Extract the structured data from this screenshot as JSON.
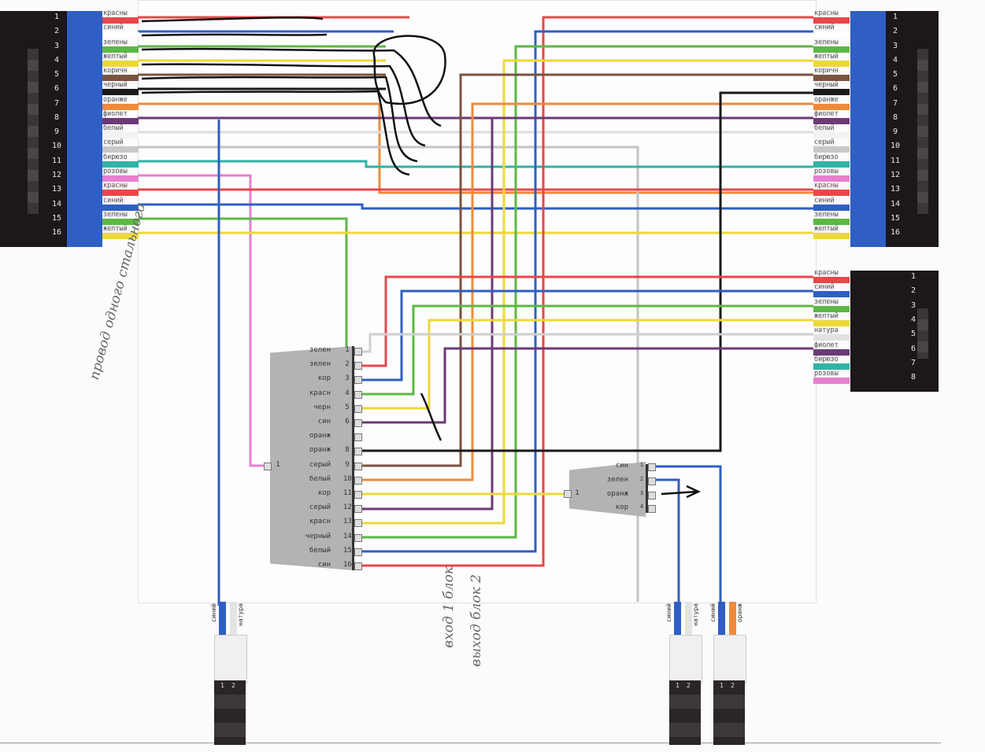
{
  "left_connector": {
    "pins": [
      "1",
      "2",
      "3",
      "4",
      "5",
      "6",
      "7",
      "8",
      "9",
      "10",
      "11",
      "12",
      "13",
      "14",
      "15",
      "16"
    ],
    "labels": [
      "красны",
      "синий",
      "зелены",
      "желтый",
      "коричн",
      "черный",
      "оранже",
      "фиолет",
      "белый",
      "серый",
      "бирюзо",
      "розовы",
      "красны",
      "синий",
      "зелены",
      "желтый"
    ],
    "colors": [
      "#e8474a",
      "#ffffff",
      "#5cb845",
      "#ecd83a",
      "#7a5440",
      "#1a1a1a",
      "#ef8a3a",
      "#6b3a78",
      "#f2f2f2",
      "#c8c8c8",
      "#2fb3a8",
      "#e77fd0",
      "#e8474a",
      "#2f5fc4",
      "#5cb845",
      "#ecd83a"
    ]
  },
  "right_connector": {
    "pins": [
      "1",
      "2",
      "3",
      "4",
      "5",
      "6",
      "7",
      "8",
      "9",
      "10",
      "11",
      "12",
      "13",
      "14",
      "15",
      "16"
    ],
    "labels": [
      "красны",
      "синий",
      "зелены",
      "желтый",
      "коричн",
      "черный",
      "оранже",
      "фиолет",
      "белый",
      "серый",
      "бирюзо",
      "розовы",
      "красны",
      "синий",
      "зелены",
      "желтый"
    ],
    "colors": [
      "#e8474a",
      "#ffffff",
      "#5cb845",
      "#ecd83a",
      "#7a5440",
      "#1a1a1a",
      "#ef8a3a",
      "#6b3a78",
      "#f2f2f2",
      "#c8c8c8",
      "#2fb3a8",
      "#e77fd0",
      "#e8474a",
      "#2f5fc4",
      "#5cb845",
      "#ecd83a"
    ]
  },
  "right_connector_2": {
    "pins": [
      "1",
      "2",
      "3",
      "4",
      "5",
      "6",
      "7",
      "8"
    ],
    "labels": [
      "красны",
      "синий",
      "зелены",
      "желтый",
      "натура",
      "фиолет",
      "бирюзо",
      "розовы"
    ],
    "colors": [
      "#e8474a",
      "#2f5fc4",
      "#5cb845",
      "#ecd83a",
      "#e4e0e4",
      "#6b3a78",
      "#2fb3a8",
      "#e77fd0"
    ]
  },
  "main_block": {
    "input_pin": "1",
    "labels": [
      "зелен",
      "зелен",
      "кор",
      "красн",
      "черн",
      "син",
      "оранж",
      "оранж",
      "серый",
      "белый",
      "кор",
      "серый",
      "красн",
      "черный",
      "белый",
      "син"
    ],
    "pins": [
      "1",
      "2",
      "3",
      "4",
      "5",
      "6",
      "",
      "8",
      "9",
      "10",
      "11",
      "12",
      "13",
      "14",
      "15",
      "16"
    ]
  },
  "small_block": {
    "input_pin": "1",
    "labels": [
      "син",
      "зелен",
      "оранж",
      "кор"
    ],
    "pins": [
      "1",
      "2",
      "3",
      "4"
    ]
  },
  "bottom_connectors": [
    {
      "wires": [
        "синий",
        "натура"
      ],
      "wire_colors": [
        "#2f5fc4",
        "#e4e4e4"
      ],
      "pins": [
        "1",
        "2"
      ]
    },
    {
      "wires": [
        "синий",
        "натура"
      ],
      "wire_colors": [
        "#2f5fc4",
        "#e4e4e4"
      ],
      "pins": [
        "1",
        "2"
      ]
    },
    {
      "wires": [
        "синий",
        "оранж"
      ],
      "wire_colors": [
        "#2f5fc4",
        "#ef8a3a"
      ],
      "pins": [
        "1",
        "2"
      ]
    }
  ],
  "handwriting": {
    "note_left": "провод одного стального",
    "note_block1": "вход 1 блок",
    "note_block2": "выход блок 2"
  }
}
